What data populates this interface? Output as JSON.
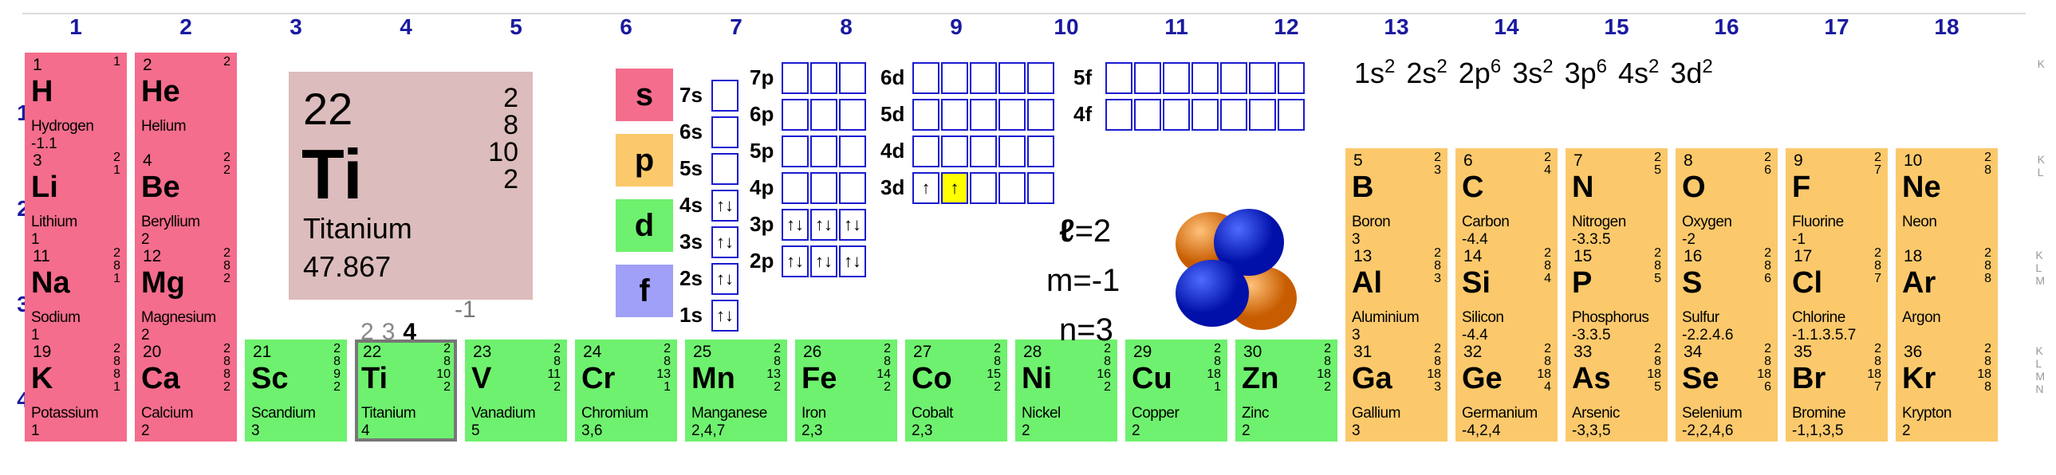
{
  "groups": [
    "1",
    "2",
    "3",
    "4",
    "5",
    "6",
    "7",
    "8",
    "9",
    "10",
    "11",
    "12",
    "13",
    "14",
    "15",
    "16",
    "17",
    "18"
  ],
  "periods": [
    "1",
    "2",
    "3",
    "4"
  ],
  "colors": {
    "s": "#f46d8c",
    "p": "#fbc96b",
    "d": "#6ef16e",
    "f": "#a0a0f8",
    "box_border": "#1a1ad0",
    "highlight": "#ffff00",
    "header": "#1a1aa0"
  },
  "cells": {
    "H": {
      "z": "1",
      "sym": "H",
      "name": "Hydrogen",
      "ox": "-1,1",
      "shells": [
        "1"
      ]
    },
    "He": {
      "z": "2",
      "sym": "He",
      "name": "Helium",
      "ox": "",
      "shells": [
        "2"
      ]
    },
    "Li": {
      "z": "3",
      "sym": "Li",
      "name": "Lithium",
      "ox": "1",
      "shells": [
        "2",
        "1"
      ]
    },
    "Be": {
      "z": "4",
      "sym": "Be",
      "name": "Beryllium",
      "ox": "2",
      "shells": [
        "2",
        "2"
      ]
    },
    "Na": {
      "z": "11",
      "sym": "Na",
      "name": "Sodium",
      "ox": "1",
      "shells": [
        "2",
        "8",
        "1"
      ]
    },
    "Mg": {
      "z": "12",
      "sym": "Mg",
      "name": "Magnesium",
      "ox": "2",
      "shells": [
        "2",
        "8",
        "2"
      ]
    },
    "B": {
      "z": "5",
      "sym": "B",
      "name": "Boron",
      "ox": "3",
      "shells": [
        "2",
        "3"
      ]
    },
    "C": {
      "z": "6",
      "sym": "C",
      "name": "Carbon",
      "ox": "-4,4",
      "shells": [
        "2",
        "4"
      ]
    },
    "N": {
      "z": "7",
      "sym": "N",
      "name": "Nitrogen",
      "ox": "-3,3,5",
      "shells": [
        "2",
        "5"
      ]
    },
    "O": {
      "z": "8",
      "sym": "O",
      "name": "Oxygen",
      "ox": "-2",
      "shells": [
        "2",
        "6"
      ]
    },
    "F": {
      "z": "9",
      "sym": "F",
      "name": "Fluorine",
      "ox": "-1",
      "shells": [
        "2",
        "7"
      ]
    },
    "Ne": {
      "z": "10",
      "sym": "Ne",
      "name": "Neon",
      "ox": "",
      "shells": [
        "2",
        "8"
      ]
    },
    "Al": {
      "z": "13",
      "sym": "Al",
      "name": "Aluminium",
      "ox": "3",
      "shells": [
        "2",
        "8",
        "3"
      ]
    },
    "Si": {
      "z": "14",
      "sym": "Si",
      "name": "Silicon",
      "ox": "-4,4",
      "shells": [
        "2",
        "8",
        "4"
      ]
    },
    "P": {
      "z": "15",
      "sym": "P",
      "name": "Phosphorus",
      "ox": "-3,3,5",
      "shells": [
        "2",
        "8",
        "5"
      ]
    },
    "S": {
      "z": "16",
      "sym": "S",
      "name": "Sulfur",
      "ox": "-2,2,4,6",
      "shells": [
        "2",
        "8",
        "6"
      ]
    },
    "Cl": {
      "z": "17",
      "sym": "Cl",
      "name": "Chlorine",
      "ox": "-1,1,3,5,7",
      "shells": [
        "2",
        "8",
        "7"
      ]
    },
    "Ar": {
      "z": "18",
      "sym": "Ar",
      "name": "Argon",
      "ox": "",
      "shells": [
        "2",
        "8",
        "8"
      ]
    },
    "K": {
      "z": "19",
      "sym": "K",
      "name": "Potassium",
      "ox": "1",
      "shells": [
        "2",
        "8",
        "8",
        "1"
      ]
    },
    "Ca": {
      "z": "20",
      "sym": "Ca",
      "name": "Calcium",
      "ox": "2",
      "shells": [
        "2",
        "8",
        "8",
        "2"
      ]
    },
    "Sc": {
      "z": "21",
      "sym": "Sc",
      "name": "Scandium",
      "ox": "3",
      "shells": [
        "2",
        "8",
        "9",
        "2"
      ]
    },
    "Ti": {
      "z": "22",
      "sym": "Ti",
      "name": "Titanium",
      "ox": "4",
      "shells": [
        "2",
        "8",
        "10",
        "2"
      ]
    },
    "V": {
      "z": "23",
      "sym": "V",
      "name": "Vanadium",
      "ox": "5",
      "shells": [
        "2",
        "8",
        "11",
        "2"
      ]
    },
    "Cr": {
      "z": "24",
      "sym": "Cr",
      "name": "Chromium",
      "ox": "3,6",
      "shells": [
        "2",
        "8",
        "13",
        "1"
      ]
    },
    "Mn": {
      "z": "25",
      "sym": "Mn",
      "name": "Manganese",
      "ox": "2,4,7",
      "shells": [
        "2",
        "8",
        "13",
        "2"
      ]
    },
    "Fe": {
      "z": "26",
      "sym": "Fe",
      "name": "Iron",
      "ox": "2,3",
      "shells": [
        "2",
        "8",
        "14",
        "2"
      ]
    },
    "Co": {
      "z": "27",
      "sym": "Co",
      "name": "Cobalt",
      "ox": "2,3",
      "shells": [
        "2",
        "8",
        "15",
        "2"
      ]
    },
    "Ni": {
      "z": "28",
      "sym": "Ni",
      "name": "Nickel",
      "ox": "2",
      "shells": [
        "2",
        "8",
        "16",
        "2"
      ]
    },
    "Cu": {
      "z": "29",
      "sym": "Cu",
      "name": "Copper",
      "ox": "2",
      "shells": [
        "2",
        "8",
        "18",
        "1"
      ]
    },
    "Zn": {
      "z": "30",
      "sym": "Zn",
      "name": "Zinc",
      "ox": "2",
      "shells": [
        "2",
        "8",
        "18",
        "2"
      ]
    },
    "Ga": {
      "z": "31",
      "sym": "Ga",
      "name": "Gallium",
      "ox": "3",
      "shells": [
        "2",
        "8",
        "18",
        "3"
      ]
    },
    "Ge": {
      "z": "32",
      "sym": "Ge",
      "name": "Germanium",
      "ox": "-4,2,4",
      "shells": [
        "2",
        "8",
        "18",
        "4"
      ]
    },
    "As": {
      "z": "33",
      "sym": "As",
      "name": "Arsenic",
      "ox": "-3,3,5",
      "shells": [
        "2",
        "8",
        "18",
        "5"
      ]
    },
    "Se": {
      "z": "34",
      "sym": "Se",
      "name": "Selenium",
      "ox": "-2,2,4,6",
      "shells": [
        "2",
        "8",
        "18",
        "6"
      ]
    },
    "Br": {
      "z": "35",
      "sym": "Br",
      "name": "Bromine",
      "ox": "-1,1,3,5",
      "shells": [
        "2",
        "8",
        "18",
        "7"
      ]
    },
    "Kr": {
      "z": "36",
      "sym": "Kr",
      "name": "Krypton",
      "ox": "2",
      "shells": [
        "2",
        "8",
        "18",
        "8"
      ]
    }
  },
  "shell_letters": {
    "p1": "K",
    "p2": [
      "K",
      "L"
    ],
    "p3": [
      "K",
      "L",
      "M"
    ],
    "p4": [
      "K",
      "L",
      "M",
      "N"
    ]
  },
  "selected": {
    "z": "22",
    "sym": "Ti",
    "name": "Titanium",
    "mass": "47.867",
    "shells": [
      "2",
      "8",
      "10",
      "2"
    ],
    "ox_neg": "-1",
    "ox_pos": [
      "2",
      "3",
      "4"
    ]
  },
  "blocks": [
    "s",
    "p",
    "d",
    "f"
  ],
  "orbital_labels": {
    "s": [
      "7s",
      "6s",
      "5s",
      "4s",
      "3s",
      "2s",
      "1s"
    ],
    "p": [
      "7p",
      "6p",
      "5p",
      "4p",
      "3p",
      "2p"
    ],
    "d": [
      "6d",
      "5d",
      "4d",
      "3d"
    ],
    "f": [
      "5f",
      "4f"
    ]
  },
  "filled": {
    "4s": [
      "↑↓"
    ],
    "3s": [
      "↑↓"
    ],
    "2s": [
      "↑↓"
    ],
    "1s": [
      "↑↓"
    ],
    "3p": [
      "↑↓",
      "↑↓",
      "↑↓"
    ],
    "2p": [
      "↑↓",
      "↑↓",
      "↑↓"
    ],
    "3d": [
      "↑",
      "↑",
      "",
      "",
      ""
    ]
  },
  "quantum": {
    "l_label": "ℓ",
    "l": "2",
    "m_label": "m",
    "m": "-1",
    "n_label": "n",
    "n": "3"
  },
  "config": [
    {
      "o": "1s",
      "e": "2"
    },
    {
      "o": "2s",
      "e": "2"
    },
    {
      "o": "2p",
      "e": "6"
    },
    {
      "o": "3s",
      "e": "2"
    },
    {
      "o": "3p",
      "e": "6"
    },
    {
      "o": "4s",
      "e": "2"
    },
    {
      "o": "3d",
      "e": "2"
    }
  ]
}
